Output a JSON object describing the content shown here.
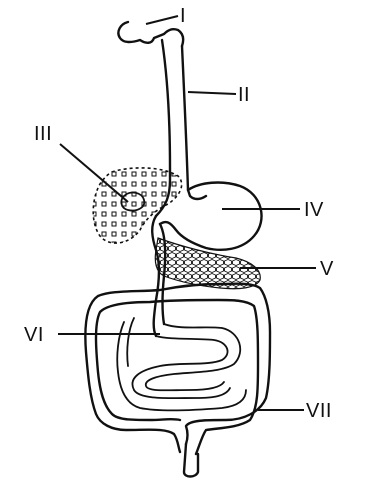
{
  "diagram": {
    "labels": {
      "l1": "I",
      "l2": "II",
      "l3": "III",
      "l4": "IV",
      "l5": "V",
      "l6": "VI",
      "l7": "VII"
    }
  },
  "colors": {
    "stroke": "#111111",
    "background": "#ffffff"
  }
}
